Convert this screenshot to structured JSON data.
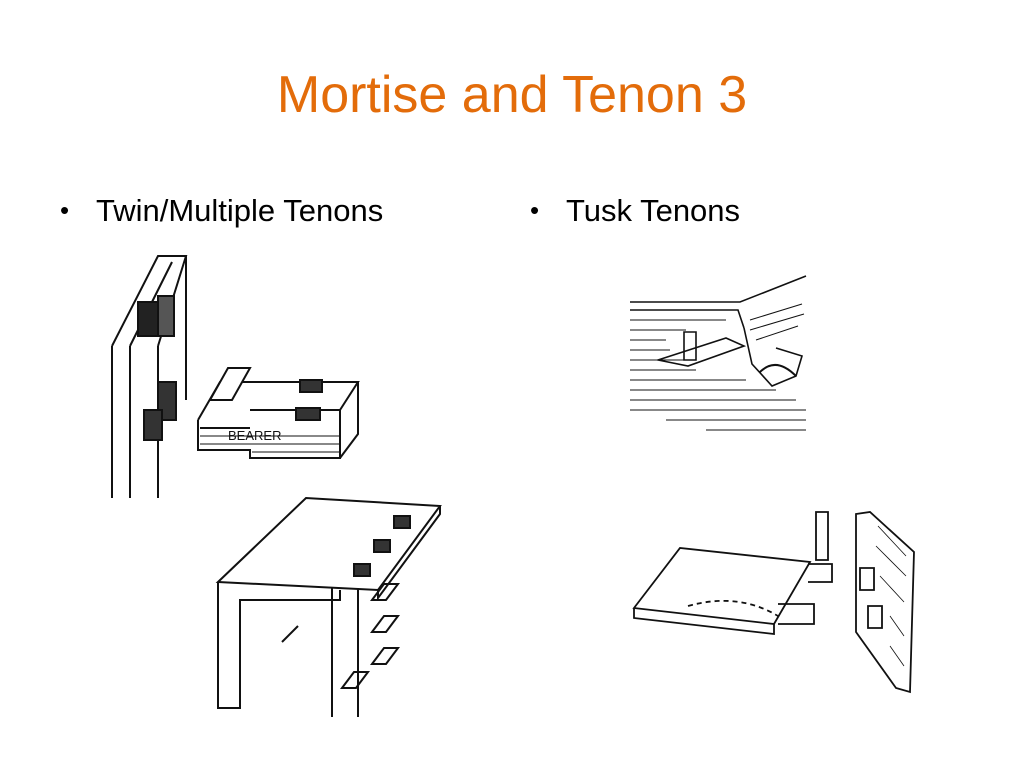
{
  "slide": {
    "title": "Mortise and Tenon 3",
    "bullets": [
      {
        "marker": "•",
        "text": "Twin/Multiple Tenons"
      },
      {
        "marker": "•",
        "text": "Tusk Tenons"
      }
    ]
  },
  "figures": {
    "twin_top": {
      "label_text": "BEARER"
    }
  }
}
